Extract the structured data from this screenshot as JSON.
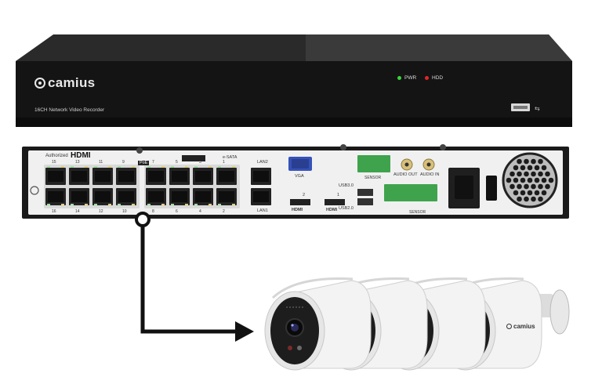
{
  "nvr": {
    "brand": "camius",
    "model": "16CH Network Video Recorder",
    "indicators": [
      {
        "label": "PWR",
        "color": "#3bd43b"
      },
      {
        "label": "HDD",
        "color": "#e02828"
      }
    ]
  },
  "rear_panel": {
    "authorized": "Authorized",
    "hdmi_logo": "HDMI",
    "poe": "PoE",
    "esata": "e-SATA",
    "lan2": "LAN2",
    "lan1": "LAN1",
    "vga": "VGA",
    "usb3": "USB3.0",
    "usb2": "USB2.0",
    "sensor_top": "SENSOR",
    "sensor_bottom": "SENSOR",
    "audio_out": "AUDIO OUT",
    "audio_in": "AUDIO IN",
    "hdmi1": "HDMI",
    "hdmi2": "HDMI",
    "hdmi_num_1": "1",
    "hdmi_num_2": "2",
    "port_numbers_top": [
      "15",
      "13",
      "11",
      "9",
      "7",
      "5",
      "3",
      "1"
    ],
    "port_numbers_bottom": [
      "16",
      "14",
      "12",
      "10",
      "8",
      "6",
      "4",
      "2"
    ]
  },
  "cameras": {
    "count": 4,
    "brand": "camius"
  },
  "colors": {
    "nvr_body": "#111111",
    "panel": "#f2f2f2",
    "arrow": "#111111",
    "camera_body": "#f3f3f3"
  }
}
